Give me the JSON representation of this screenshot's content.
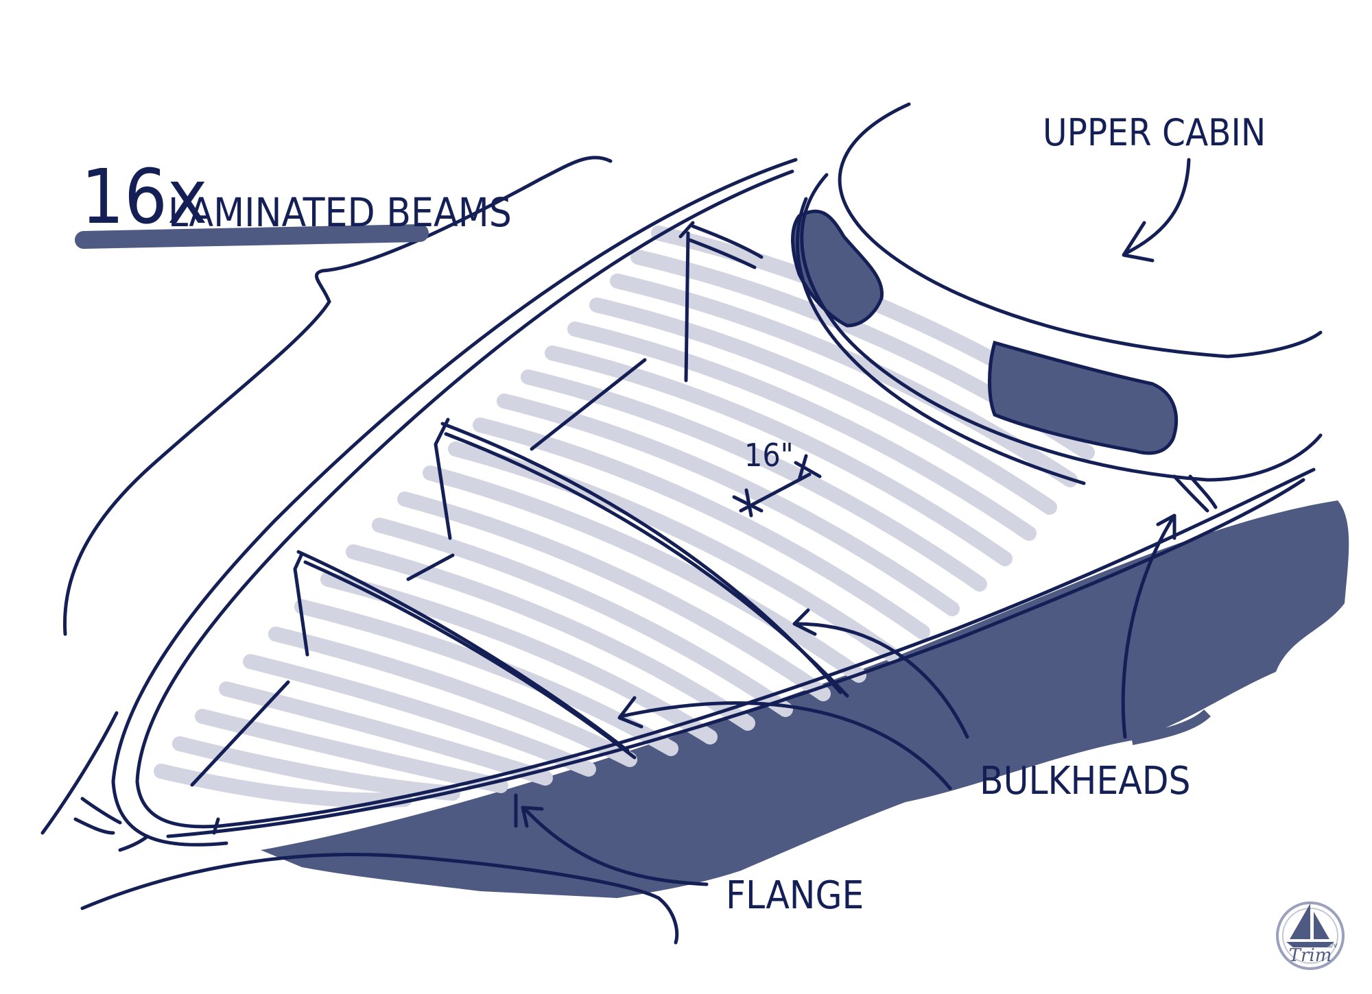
{
  "title": {
    "count": "16x",
    "text": "LAMINATED BEAMS"
  },
  "labels": {
    "upper_cabin": "UPPER CABIN",
    "spacing": "16\"",
    "bulkheads": "BULKHEADS",
    "flange": "FLANGE"
  },
  "logo": {
    "text": "Trim",
    "superscript": "s/v"
  },
  "colors": {
    "ink": "#141f55",
    "shadow": "#4f5a82",
    "beam": "#d2d4e2",
    "background": "#ffffff"
  }
}
